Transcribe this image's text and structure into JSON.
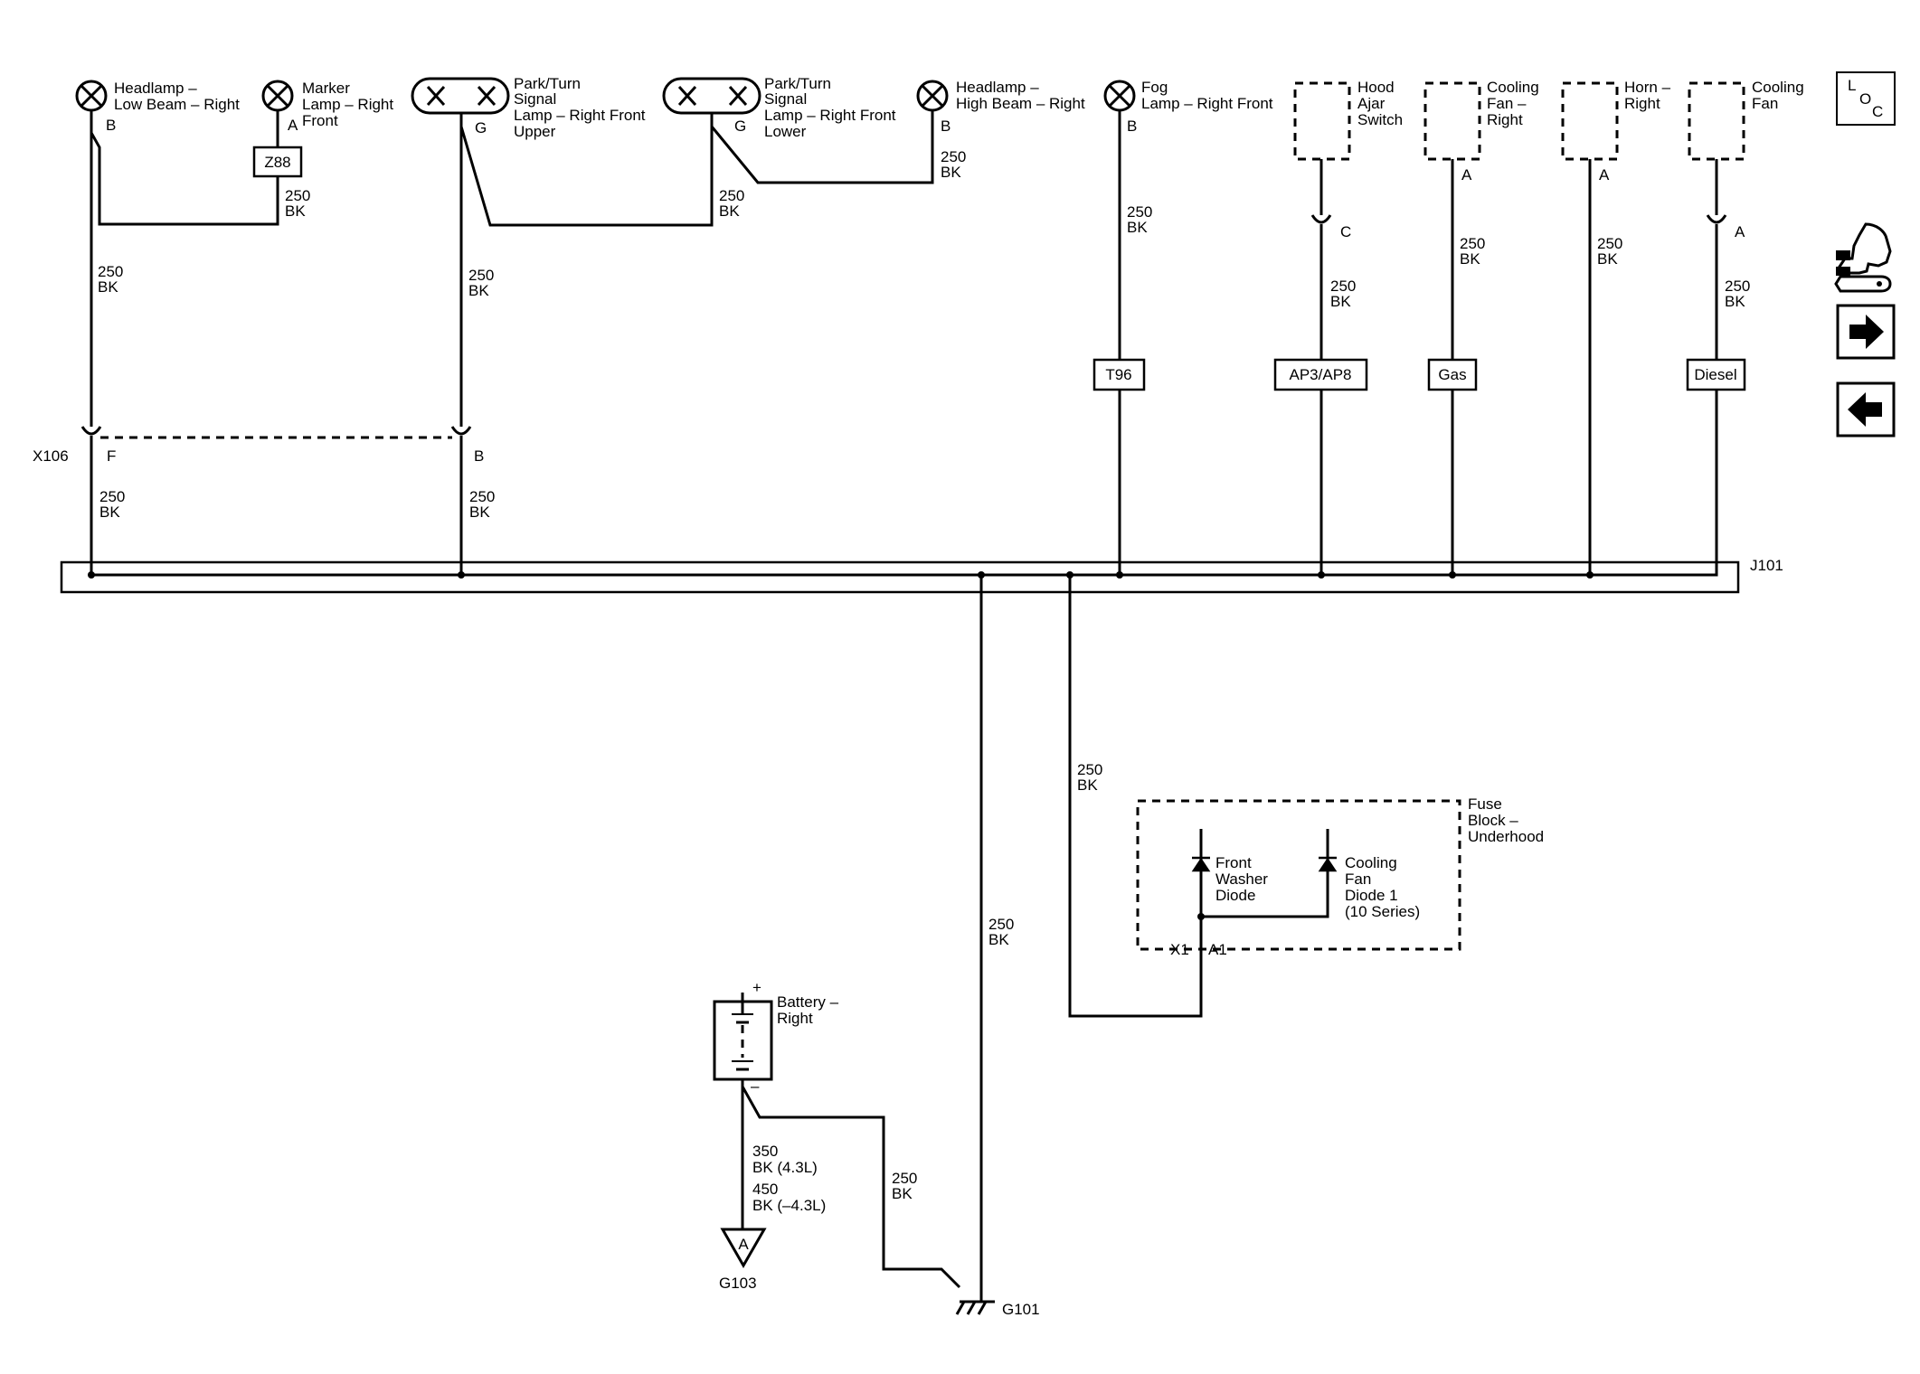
{
  "components": {
    "headlamp_low_beam": [
      "Headlamp –",
      "Low Beam – Right"
    ],
    "marker_lamp": [
      "Marker",
      "Lamp – Right",
      "Front"
    ],
    "park_turn_upper": [
      "Park/Turn",
      "Signal",
      "Lamp – Right Front",
      "Upper"
    ],
    "park_turn_lower": [
      "Park/Turn",
      "Signal",
      "Lamp – Right Front",
      "Lower"
    ],
    "headlamp_high_beam": [
      "Headlamp –",
      "High Beam – Right"
    ],
    "fog_lamp": [
      "Fog",
      "Lamp – Right Front"
    ],
    "hood_ajar_switch": [
      "Hood",
      "Ajar",
      "Switch"
    ],
    "cooling_fan_right": [
      "Cooling",
      "Fan –",
      "Right"
    ],
    "horn_right": [
      "Horn –",
      "Right"
    ],
    "cooling_fan": [
      "Cooling",
      "Fan"
    ],
    "fuse_block": [
      "Fuse",
      "Block –",
      "Underhood"
    ],
    "front_washer_diode": [
      "Front",
      "Washer",
      "Diode"
    ],
    "cooling_fan_diode": [
      "Cooling",
      "Fan",
      "Diode 1",
      "(10 Series)"
    ],
    "battery": [
      "Battery –",
      "Right"
    ]
  },
  "pins": {
    "headlamp_low": "B",
    "marker": "A",
    "park_upper": "G",
    "park_lower": "G",
    "headlamp_high": "B",
    "fog": "B",
    "hood_c": "C",
    "cooling_fan_right": "A",
    "horn": "A",
    "cooling_fan": "A",
    "x106_f": "F",
    "x106_b": "B",
    "fuse_x1": "X1",
    "fuse_a1": "A1",
    "battery_plus": "+",
    "battery_minus": "–"
  },
  "option_boxes": {
    "z88": "Z88",
    "t96": "T96",
    "ap3": "AP3/AP8",
    "gas": "Gas",
    "diesel": "Diesel"
  },
  "wire_labels": {
    "w250_bk": [
      "250",
      "BK"
    ],
    "battery_ground": [
      "350",
      "BK (4.3L)",
      "450",
      "BK (–4.3L)"
    ]
  },
  "connectors": {
    "x106": "X106",
    "j101": "J101",
    "g103": "G103",
    "g103_pin": "A",
    "g101": "G101"
  },
  "loc_button": {
    "l": "L",
    "o": "O",
    "c": "C"
  },
  "nav_icons": {
    "service": "wrench-hand-icon",
    "next": "arrow-right-icon",
    "back": "arrow-left-icon"
  }
}
